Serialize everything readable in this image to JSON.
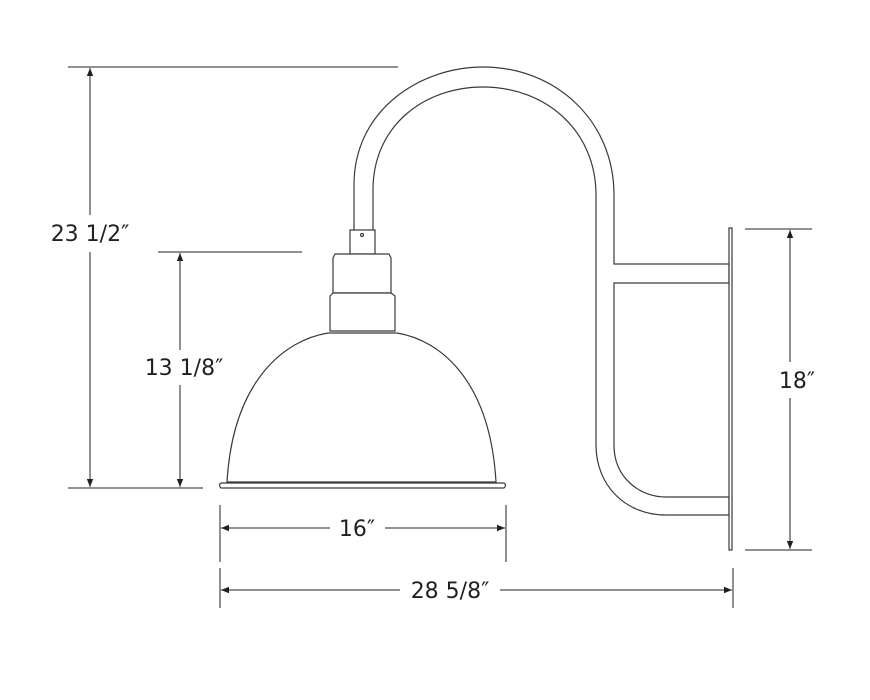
{
  "dimensions": {
    "overall_height": "23 1/2″",
    "shade_height": "13 1/8″",
    "backplate_height": "18″",
    "shade_width": "16″",
    "overall_projection": "28 5/8″"
  },
  "colors": {
    "line": "#231f20",
    "background": "#ffffff"
  }
}
